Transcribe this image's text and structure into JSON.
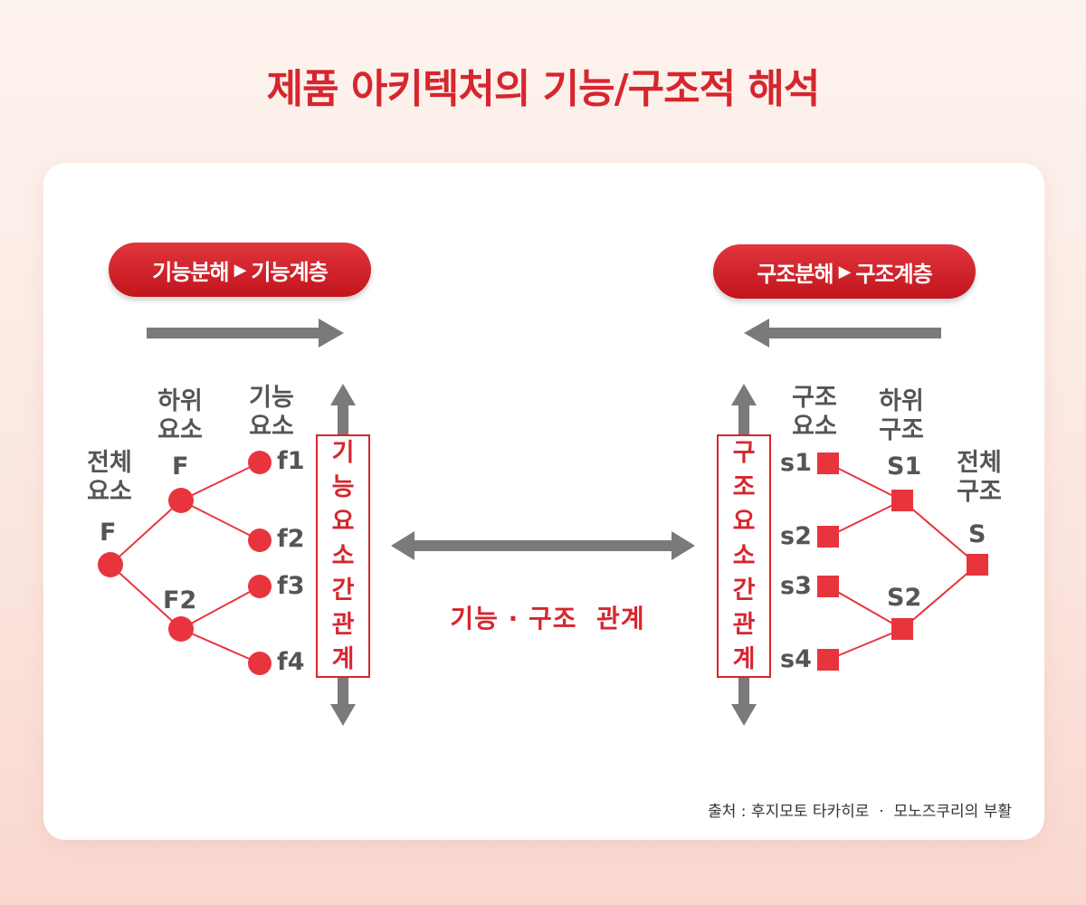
{
  "title": "제품 아키텍처의 기능/구조적 해석",
  "left": {
    "pill": {
      "part1": "기능분해",
      "arrow": "▶",
      "part2": "기능계층"
    },
    "col_whole": "전체\n요소",
    "col_sub": "하위\n요소",
    "col_func": "기능\n요소",
    "root": "F",
    "mid": [
      "F",
      "F2"
    ],
    "leaves": [
      "f1",
      "f2",
      "f3",
      "f4"
    ],
    "vertical_box": [
      "기",
      "능",
      "요",
      "소",
      "간",
      "관",
      "계"
    ]
  },
  "right": {
    "pill": {
      "part1": "구조분해",
      "arrow": "▶",
      "part2": "구조계층"
    },
    "col_struct": "구조\n요소",
    "col_sub": "하위\n구조",
    "col_whole": "전체\n구조",
    "root": "S",
    "mid": [
      "S1",
      "S2"
    ],
    "leaves": [
      "s1",
      "s2",
      "s3",
      "s4"
    ],
    "vertical_box": [
      "구",
      "조",
      "요",
      "소",
      "간",
      "관",
      "계"
    ]
  },
  "center_label": "기능 · 구조  관계",
  "source": "출처 : 후지모토 타카히로  ·  모노즈쿠리의 부활",
  "colors": {
    "accent": "#d6262e",
    "node": "#e8353d",
    "arrow": "#7a7a7a",
    "text": "#555555"
  }
}
